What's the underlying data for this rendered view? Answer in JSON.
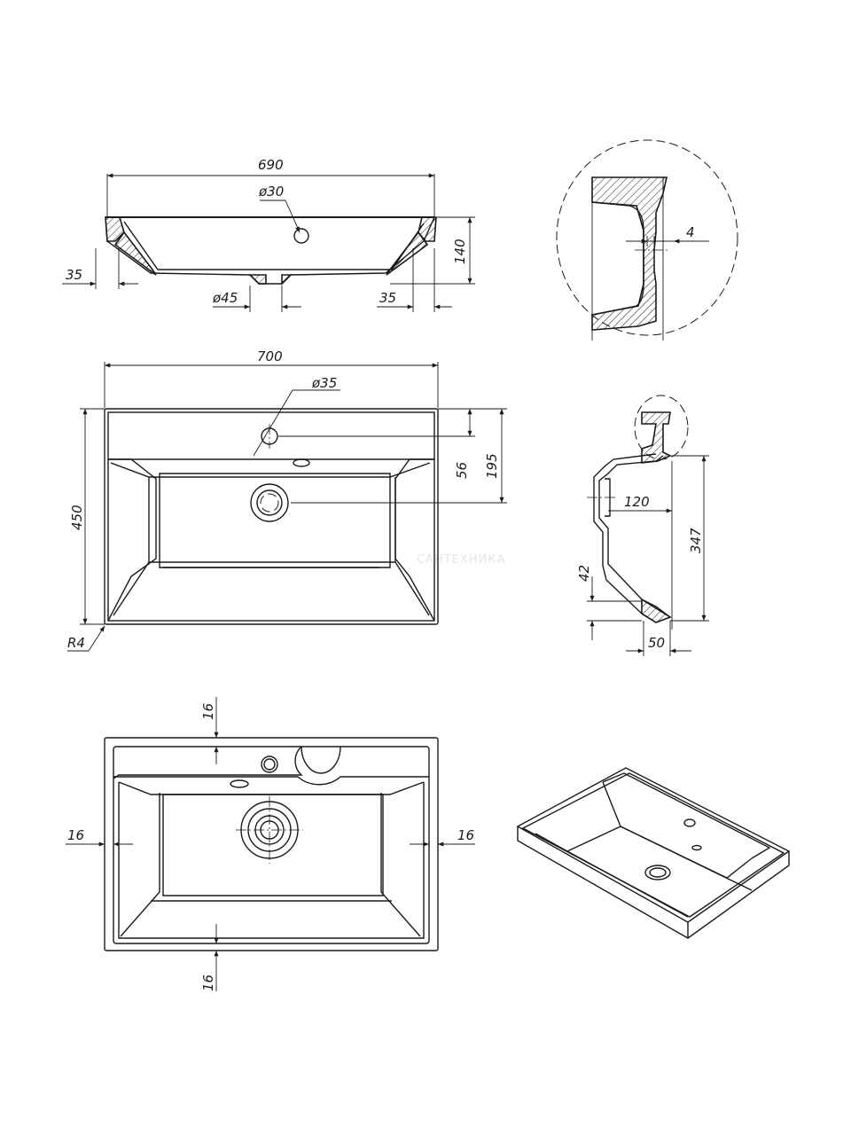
{
  "top_section": {
    "width_label": "690",
    "hole_label": "ø30",
    "height_label": "140",
    "left_rim_label": "35",
    "drain_label": "ø45",
    "right_rim_label": "35"
  },
  "detail_view": {
    "thickness_label": "4"
  },
  "plan_view": {
    "width_label": "700",
    "hole_label": "ø35",
    "depth_label": "450",
    "hole_offset_label": "56",
    "drain_offset_label": "195",
    "corner_radius_label": "R4"
  },
  "side_section": {
    "overflow_label": "120",
    "height_label": "347",
    "bottom_label": "42",
    "foot_label": "50"
  },
  "bottom_view": {
    "top_label": "16",
    "left_label": "16",
    "right_label": "16",
    "bottom_label": "16"
  },
  "watermark": {
    "text": "САНТЕХНИКА"
  }
}
